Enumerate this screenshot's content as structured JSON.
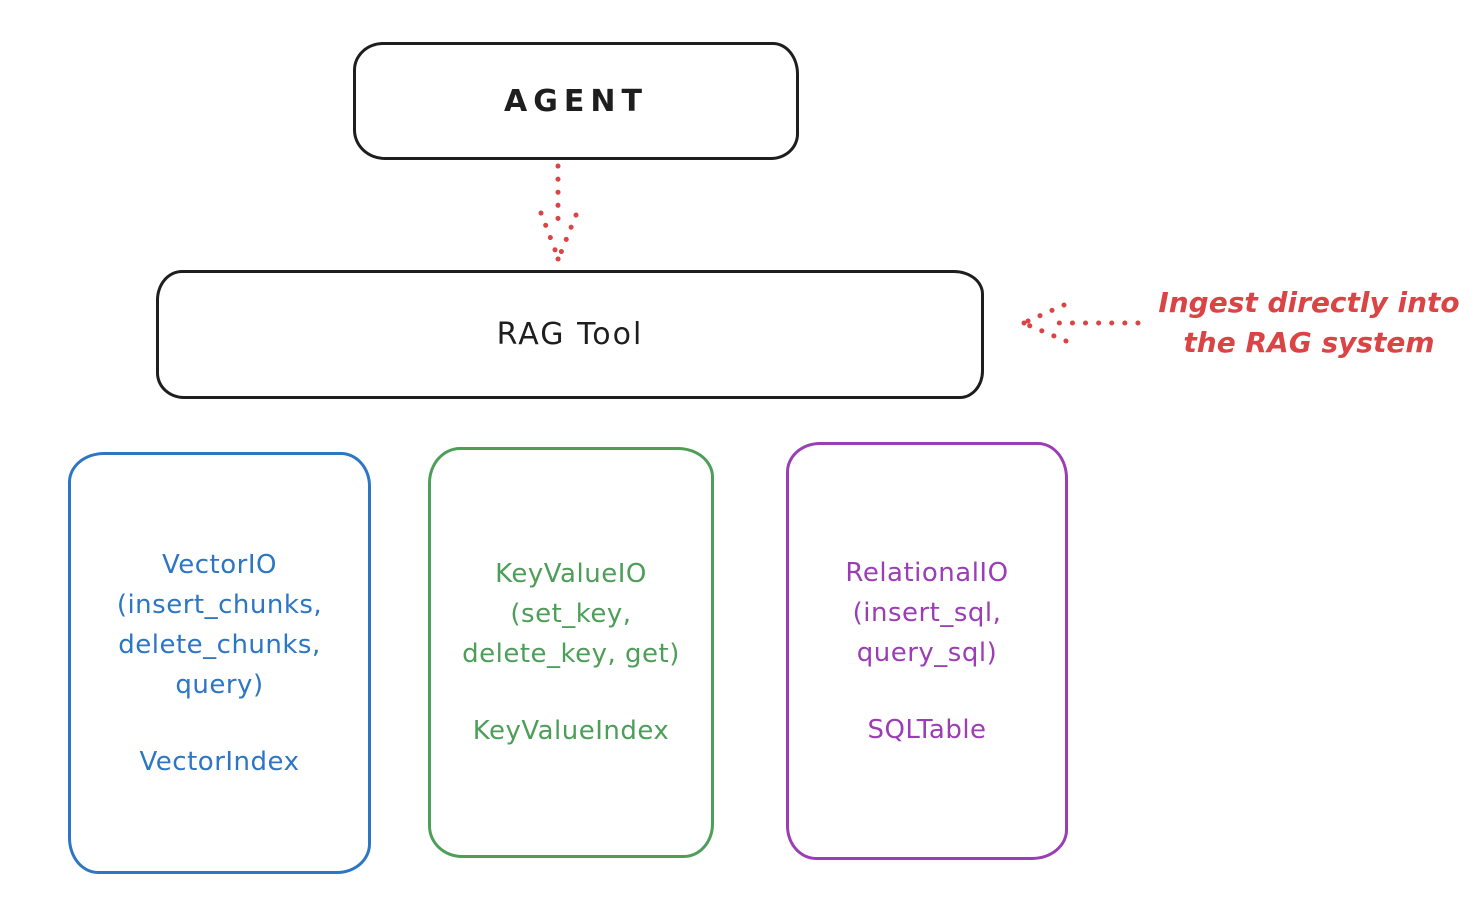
{
  "diagram": {
    "agent": {
      "label": "AGENT"
    },
    "rag_tool": {
      "label": "RAG Tool"
    },
    "annotation": {
      "line1": "Ingest directly into",
      "line2": "the RAG system"
    },
    "boxes": [
      {
        "name": "vector-io",
        "lines": [
          "VectorIO",
          "(insert_chunks,",
          "delete_chunks,",
          "query)"
        ],
        "footer": "VectorIndex"
      },
      {
        "name": "keyvalue-io",
        "lines": [
          "KeyValueIO",
          "(set_key,",
          "delete_key, get)"
        ],
        "footer": "KeyValueIndex"
      },
      {
        "name": "relational-io",
        "lines": [
          "RelationalIO",
          "(insert_sql,",
          "query_sql)"
        ],
        "footer": "SQLTable"
      }
    ]
  },
  "colors": {
    "background": "#ffffff",
    "ink": "#1e1e1e",
    "red": "#db4444",
    "blue": "#2d76c4",
    "green": "#4d9e59",
    "purple": "#9b3eb5"
  }
}
